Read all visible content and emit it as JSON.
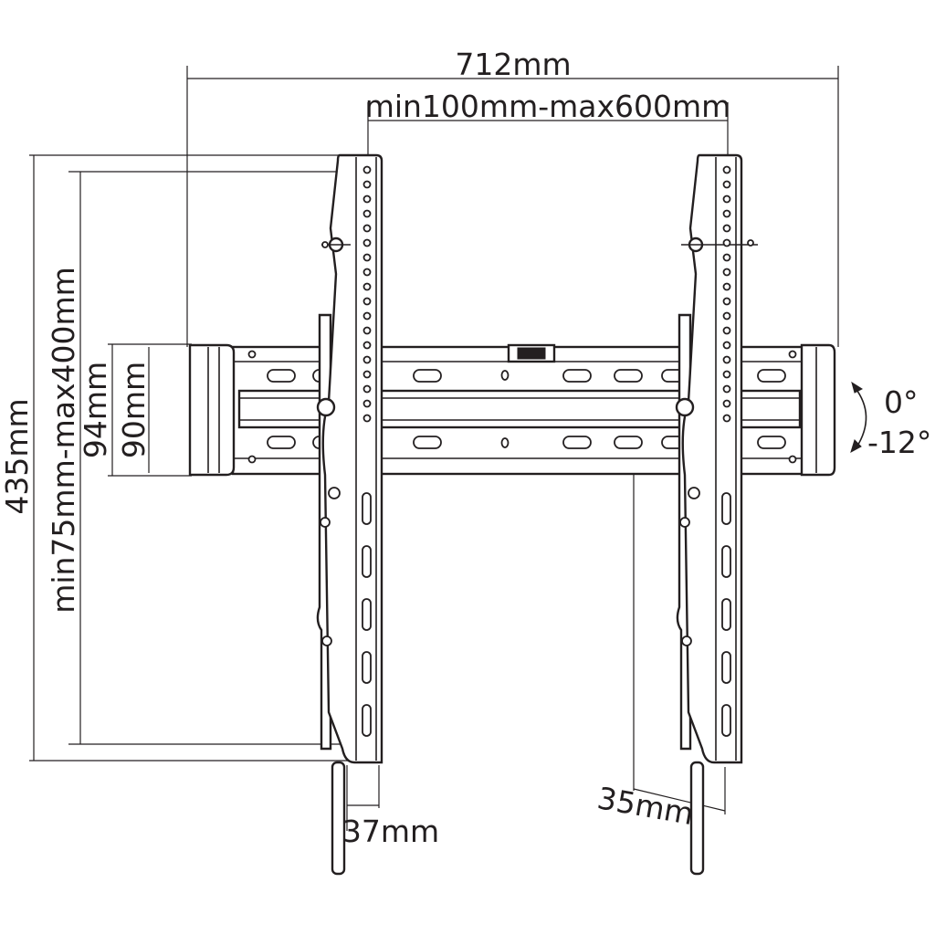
{
  "drawing": {
    "title": "",
    "dimensions": {
      "overall_width": "712mm",
      "vesa_horizontal": "min100mm-max600mm",
      "overall_height": "435mm",
      "vesa_vertical": "min75mm-max400mm",
      "rail_height_outer": "94mm",
      "rail_height_inner": "90mm",
      "wall_distance_min": "35mm",
      "wall_distance_max": "37mm"
    },
    "tilt": {
      "upper": "0°",
      "lower": "-12°"
    }
  }
}
